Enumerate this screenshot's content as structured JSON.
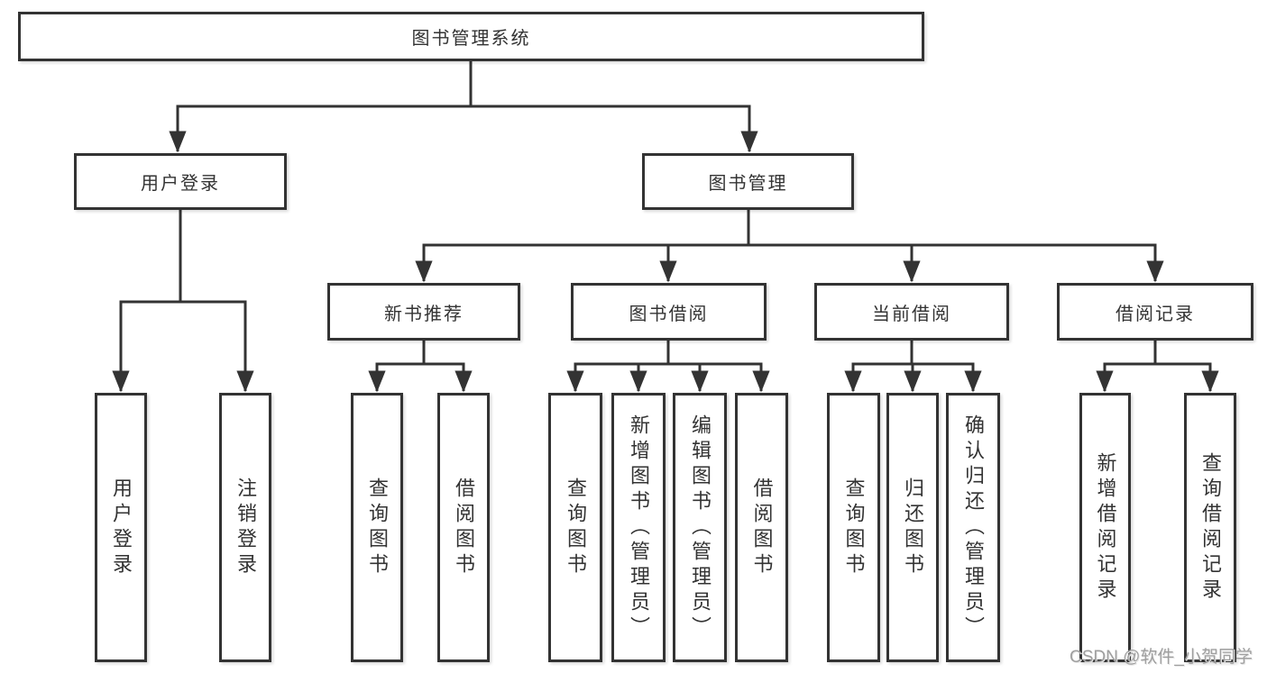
{
  "tree": {
    "label": "图书管理系统",
    "children": [
      {
        "label": "用户登录",
        "children": [
          {
            "label": "用户登录"
          },
          {
            "label": "注销登录"
          }
        ]
      },
      {
        "label": "图书管理",
        "children": [
          {
            "label": "新书推荐",
            "children": [
              {
                "label": "查询图书"
              },
              {
                "label": "借阅图书"
              }
            ]
          },
          {
            "label": "图书借阅",
            "children": [
              {
                "label": "查询图书"
              },
              {
                "label": "新增图书（管理员）"
              },
              {
                "label": "编辑图书（管理员）"
              },
              {
                "label": "借阅图书"
              }
            ]
          },
          {
            "label": "当前借阅",
            "children": [
              {
                "label": "查询图书"
              },
              {
                "label": "归还图书"
              },
              {
                "label": "确认归还（管理员）"
              }
            ]
          },
          {
            "label": "借阅记录",
            "children": [
              {
                "label": "新增借阅记录"
              },
              {
                "label": "查询借阅记录"
              }
            ]
          }
        ]
      }
    ]
  },
  "watermark": {
    "text": "CSDN @软件_小贺同学"
  },
  "colors": {
    "line": "#333333",
    "box_border": "#333333",
    "text": "#333333",
    "watermark_text": "#9f9f9f",
    "background": "#ffffff"
  }
}
